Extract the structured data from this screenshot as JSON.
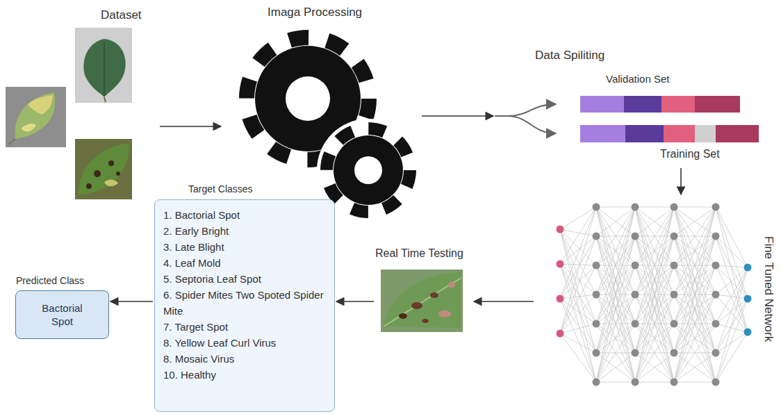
{
  "diagram": {
    "nodes": [
      {
        "text": [
          "Dataset"
        ]
      },
      {
        "text": [
          "Imaga Processing"
        ]
      },
      {
        "text": [
          "Data Spiliting",
          "Validation Set",
          "Training Set"
        ]
      },
      {
        "text": [
          "Fine Tuned Network"
        ]
      },
      {
        "text": [
          "Real Time Testing"
        ]
      },
      {
        "text": [
          "Target Classes",
          "1. Bactorial Spot",
          "2. Early Bright",
          "3. Late Blight",
          "4. Leaf Mold",
          "5. Septoria Leaf Spot",
          "6. Spider Mites Two Spoted Spider Mite",
          "7. Target Spot",
          "8. Yellow Leaf Curl Virus",
          "8. Mosaic Virus",
          "10. Healthy"
        ]
      },
      {
        "text": [
          "Predicted Class",
          "Bactorial Spot"
        ]
      }
    ],
    "edges": [
      {
        "from": 0,
        "to": 1,
        "arrow": "to"
      },
      {
        "from": 1,
        "to": 2,
        "arrow": "to"
      },
      {
        "from": 2,
        "to": 3,
        "arrow": "to"
      },
      {
        "from": 3,
        "to": 4,
        "arrow": "to"
      },
      {
        "from": 4,
        "to": 5,
        "arrow": "to"
      },
      {
        "from": 5,
        "to": 6,
        "arrow": "to"
      }
    ]
  }
}
